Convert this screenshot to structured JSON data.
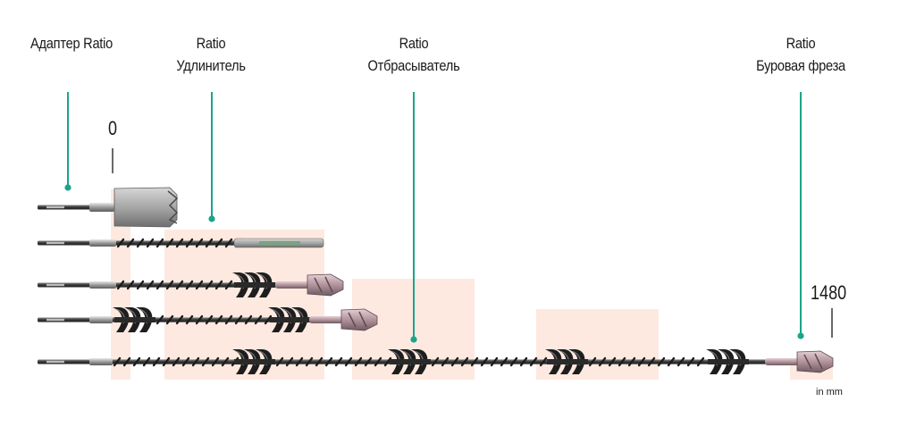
{
  "colors": {
    "accent": "#1aa589",
    "zone": "#fde9e0",
    "shaft": "#3a3a3a",
    "spiral": "#1c1c1c",
    "bit": "#c9aab3"
  },
  "labels": {
    "adapter": "Адаптер Ratio",
    "extension_line1": "Ratio",
    "extension_line2": "Удлинитель",
    "ejector_line1": "Ratio",
    "ejector_line2": "Отбрасыватель",
    "drill_line1": "Ratio",
    "drill_line2": "Буровая фреза"
  },
  "scale": {
    "start": "0",
    "end": "1480",
    "unit": "in mm"
  },
  "tools": [
    {
      "name": "adapter-with-core-bit"
    },
    {
      "name": "adapter-with-extension"
    },
    {
      "name": "adapter-with-drill-bit"
    },
    {
      "name": "adapter-with-extension-and-drill"
    },
    {
      "name": "full-assembly"
    }
  ]
}
